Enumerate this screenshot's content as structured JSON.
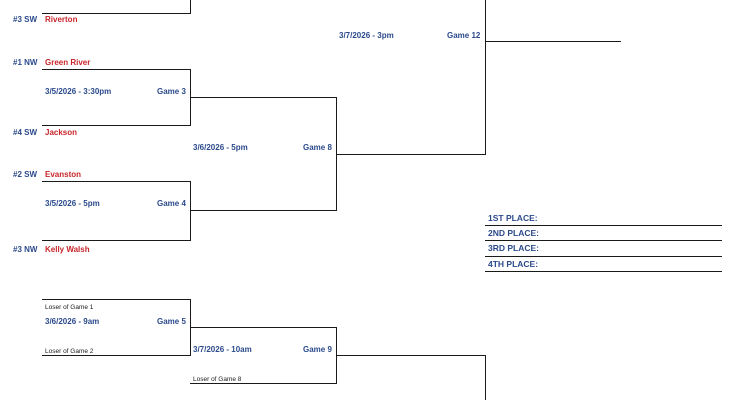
{
  "teams": {
    "t1": {
      "seed": "#3 SW",
      "name": "Riverton"
    },
    "t2": {
      "seed": "#1 NW",
      "name": "Green River"
    },
    "t3": {
      "seed": "#4 SW",
      "name": "Jackson"
    },
    "t4": {
      "seed": "#2 SW",
      "name": "Evanston"
    },
    "t5": {
      "seed": "#3 NW",
      "name": "Kelly Walsh"
    }
  },
  "games": {
    "g3": {
      "date": "3/5/2026 - 3:30pm",
      "label": "Game 3"
    },
    "g4": {
      "date": "3/5/2026 - 5pm",
      "label": "Game 4"
    },
    "g5": {
      "date": "3/6/2026 - 9am",
      "label": "Game 5"
    },
    "g8": {
      "date": "3/6/2026 - 5pm",
      "label": "Game 8"
    },
    "g9": {
      "date": "3/7/2026 - 10am",
      "label": "Game 9"
    },
    "g12": {
      "date": "3/7/2026 - 3pm",
      "label": "Game 12"
    }
  },
  "losers": {
    "l1": "Loser of Game 1",
    "l2": "Loser of Game 2",
    "l8": "Loser of Game 8"
  },
  "places": [
    "1ST PLACE:",
    "2ND PLACE:",
    "3RD PLACE:",
    "4TH PLACE:"
  ]
}
